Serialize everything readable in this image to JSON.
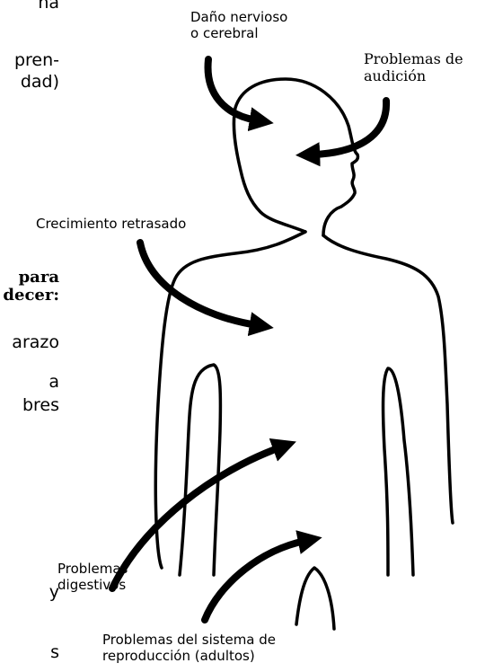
{
  "left_column": {
    "line1": "na",
    "line2": "pren-",
    "line3": "dad)",
    "heading1": "para",
    "heading2": "decer:",
    "item1": "arazo",
    "item2a": "a",
    "item2b": "bres",
    "item3": "y",
    "item4": "s"
  },
  "labels": {
    "nerve_damage": "Daño nervioso\no cerebral",
    "hearing": "Problemas de\naudición",
    "growth": "Crecimiento retrasado",
    "digestive": "Problemas\ndigestivos",
    "reproductive": "Problemas del sistema de\nreproducción (adultos)"
  },
  "colors": {
    "ink": "#000000",
    "background": "#ffffff"
  }
}
